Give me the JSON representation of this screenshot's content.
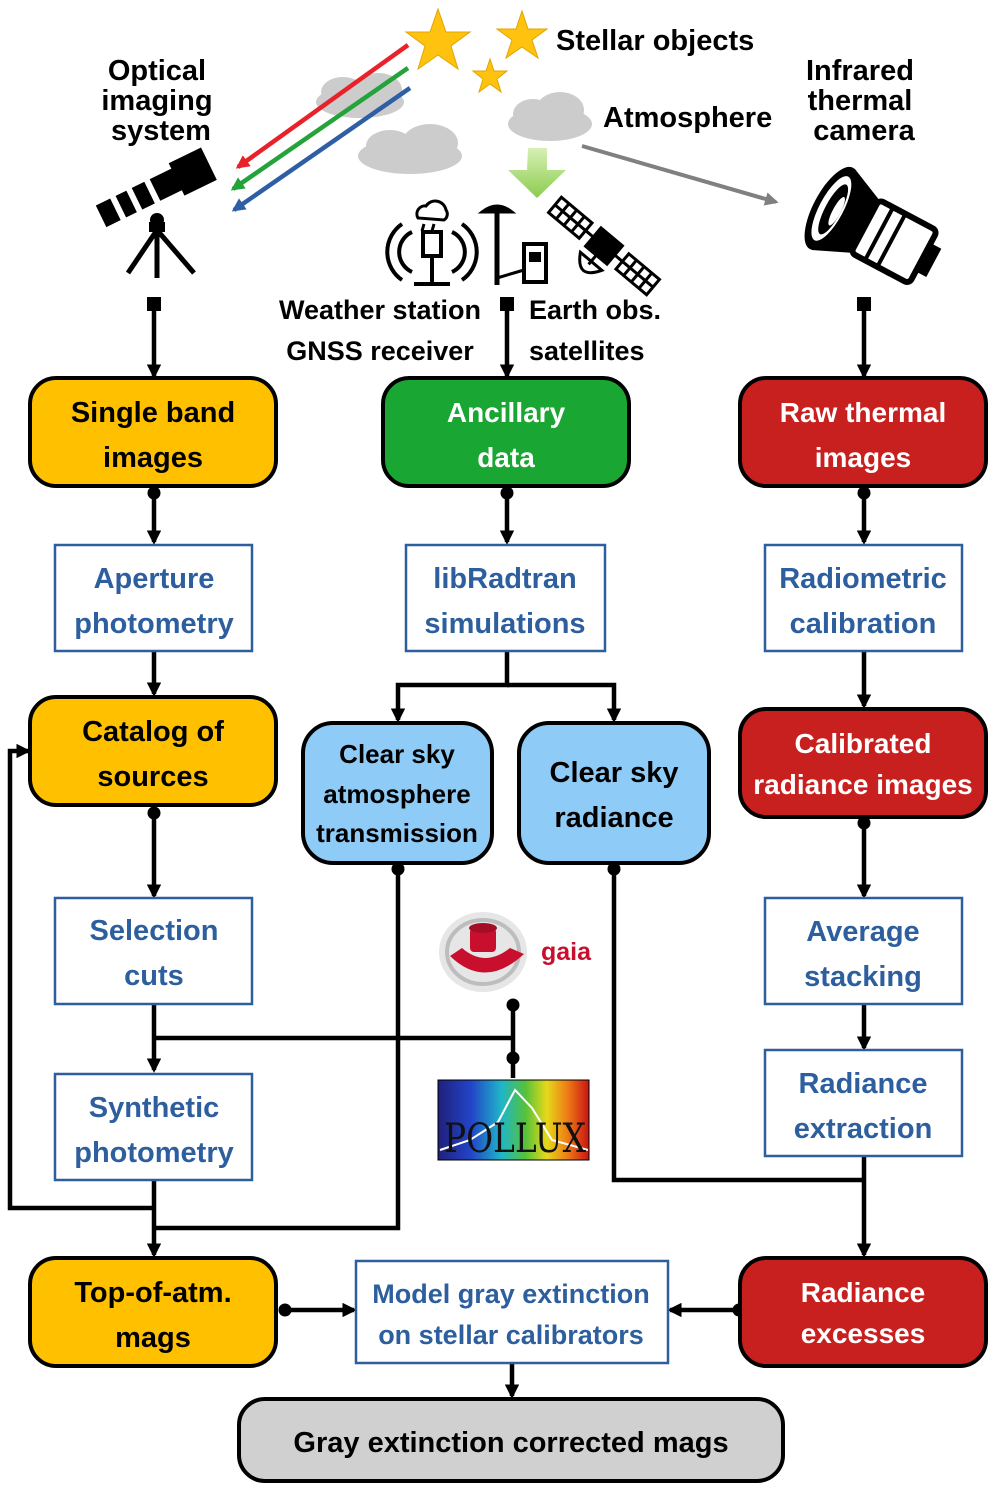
{
  "colors": {
    "optical": "#ffc000",
    "ancillary": "#1aa632",
    "thermal": "#c81f1f",
    "model": "#8ecbf7",
    "process_text": "#2d5e9e",
    "final": "#d0d0d0",
    "ray_red": "#e8222a",
    "ray_green": "#23a33a",
    "ray_blue": "#2e5fa5",
    "star": "#ffc20e"
  },
  "header": {
    "stellar_objects": "Stellar objects",
    "atmosphere": "Atmosphere",
    "optical_system": [
      "Optical",
      "imaging",
      "system"
    ],
    "thermal_camera": [
      "Infrared",
      "thermal",
      "camera"
    ],
    "weather_station": "Weather station",
    "gnss_receiver": "GNSS receiver",
    "earth_obs": [
      "Earth obs.",
      "satellites"
    ]
  },
  "icons": [
    "star-icon",
    "cloud-icon",
    "telescope-icon",
    "thermal-camera-icon",
    "weather-station-icon",
    "gnss-antenna-icon",
    "satellite-icon",
    "gaia-logo",
    "pollux-logo"
  ],
  "logos": {
    "gaia": "gaia",
    "pollux": "POLLUX"
  },
  "nodes": {
    "single_band": [
      "Single band",
      "images"
    ],
    "ancillary": [
      "Ancillary",
      "data"
    ],
    "raw_thermal": [
      "Raw thermal",
      "images"
    ],
    "aperture": [
      "Aperture",
      "photometry"
    ],
    "libradtran": [
      "libRadtran",
      "simulations"
    ],
    "radiometric": [
      "Radiometric",
      "calibration"
    ],
    "catalog": [
      "Catalog of",
      "sources"
    ],
    "clear_sky_trans": [
      "Clear sky",
      "atmosphere",
      "transmission"
    ],
    "clear_sky_rad": [
      "Clear sky",
      "radiance"
    ],
    "calibrated": [
      "Calibrated",
      "radiance images"
    ],
    "selection": [
      "Selection",
      "cuts"
    ],
    "average": [
      "Average",
      "stacking"
    ],
    "synthetic": [
      "Synthetic",
      "photometry"
    ],
    "radiance_extraction": [
      "Radiance",
      "extraction"
    ],
    "toa_mags": [
      "Top-of-atm.",
      "mags"
    ],
    "model_gray": [
      "Model gray extinction",
      "on stellar calibrators"
    ],
    "radiance_excesses": [
      "Radiance",
      "excesses"
    ],
    "final": "Gray extinction corrected mags"
  }
}
